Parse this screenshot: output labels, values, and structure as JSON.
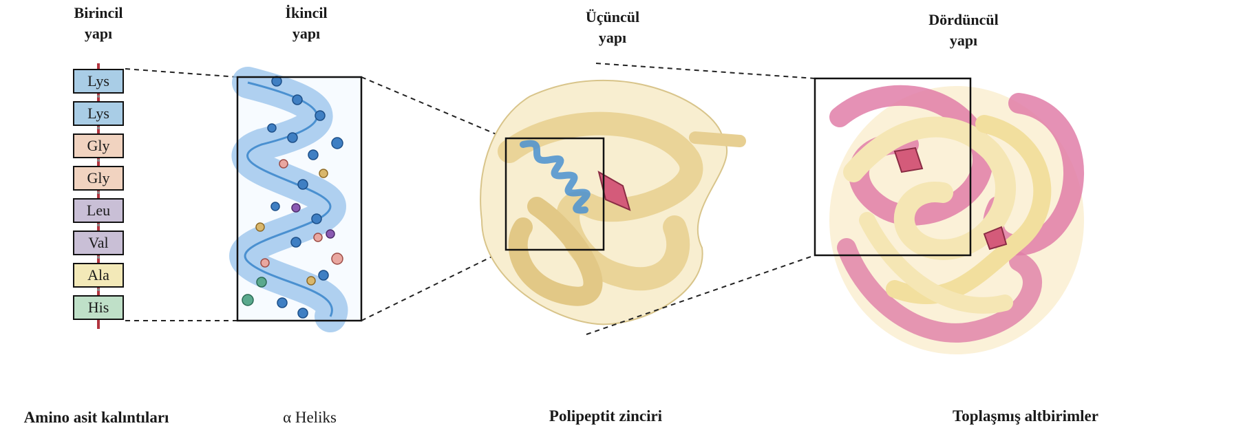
{
  "headings": {
    "primary": [
      "Birincil",
      "yapı"
    ],
    "secondary": [
      "İkincil",
      "yapı"
    ],
    "tertiary": [
      "Üçüncül",
      "yapı"
    ],
    "quaternary": [
      "Dördüncül",
      "yapı"
    ]
  },
  "residues": [
    {
      "label": "Lys",
      "color": "#a9cde6"
    },
    {
      "label": "Lys",
      "color": "#a9cde6"
    },
    {
      "label": "Gly",
      "color": "#f1d3c0"
    },
    {
      "label": "Gly",
      "color": "#f1d3c0"
    },
    {
      "label": "Leu",
      "color": "#c9bfd6"
    },
    {
      "label": "Val",
      "color": "#c9bfd6"
    },
    {
      "label": "Ala",
      "color": "#f3e9b8"
    },
    {
      "label": "His",
      "color": "#bfe0c8"
    }
  ],
  "captions": {
    "primary": "Amino asit kalıntıları",
    "secondary": "α  Heliks",
    "tertiary": "Polipeptit zinciri",
    "quaternary": "Toplaşmış altbirimler"
  },
  "colors": {
    "helix": "#4a90d0",
    "tertiary_fold": "#f0ddb0",
    "quaternary_pink": "#e07ea8",
    "quaternary_yellow": "#f5e6b4"
  }
}
